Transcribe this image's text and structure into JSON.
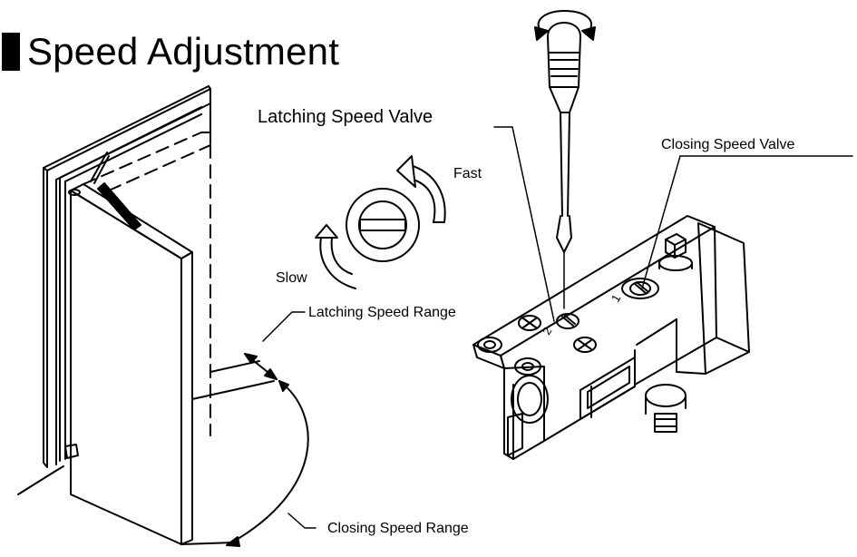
{
  "title": "Speed Adjustment",
  "labels": {
    "latching_speed_valve": "Latching Speed Valve",
    "closing_speed_valve": "Closing Speed Valve",
    "fast": "Fast",
    "slow": "Slow",
    "latching_speed_range": "Latching Speed Range",
    "closing_speed_range": "Closing Speed Range",
    "valve_number_2": "2",
    "valve_number_1": "1"
  },
  "icons": [
    "screwdriver-icon",
    "rotation-arrow-icon",
    "valve-slot-icon",
    "door-closer-icon",
    "door-icon"
  ]
}
